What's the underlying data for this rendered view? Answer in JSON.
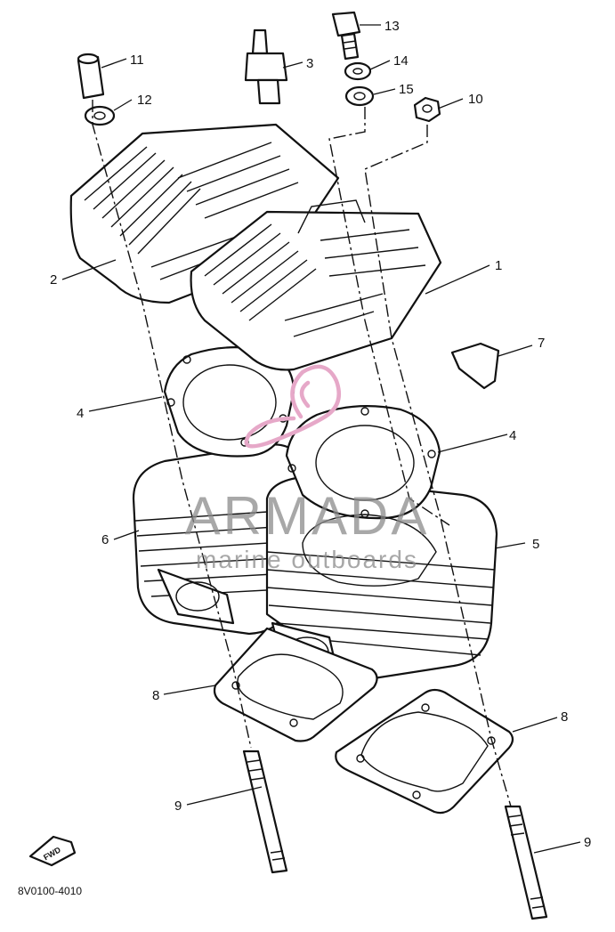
{
  "diagram_code": "8V0100-4010",
  "fwd_label": "FWD",
  "watermark": {
    "brand": "ARMADA",
    "tagline": "marine outboards",
    "color": "#e6a8c8"
  },
  "callouts": {
    "c1": "1",
    "c2": "2",
    "c3": "3",
    "c4a": "4",
    "c4b": "4",
    "c5": "5",
    "c6": "6",
    "c7": "7",
    "c8a": "8",
    "c8b": "8",
    "c9a": "9",
    "c9b": "9",
    "c10": "10",
    "c11": "11",
    "c12": "12",
    "c13": "13",
    "c14": "14",
    "c15": "15"
  }
}
